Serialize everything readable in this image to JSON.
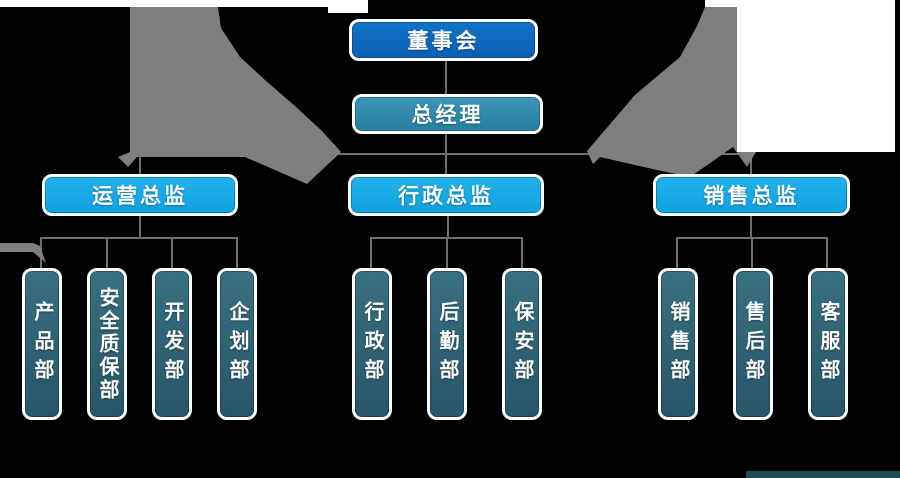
{
  "org": {
    "board": "董事会",
    "gm": "总经理",
    "groups": [
      {
        "director": "运营总监",
        "depts": [
          "产品部",
          "安全质保部",
          "开发部",
          "企划部"
        ]
      },
      {
        "director": "行政总监",
        "depts": [
          "行政部",
          "后勤部",
          "保安部"
        ]
      },
      {
        "director": "销售总监",
        "depts": [
          "销售部",
          "售后部",
          "客服部"
        ]
      }
    ],
    "colors": {
      "background": "#000000",
      "board_box": "#0d6abe",
      "gm_box": "#2f89aa",
      "director_box": "#16aae6",
      "dept_box": "#2b5e71",
      "box_border": "#ffffff",
      "connector": "#6f6f6f",
      "artifact_gray": "#7f7f7f",
      "artifact_white": "#ffffff",
      "artifact_teal": "#1d4c5a"
    }
  }
}
